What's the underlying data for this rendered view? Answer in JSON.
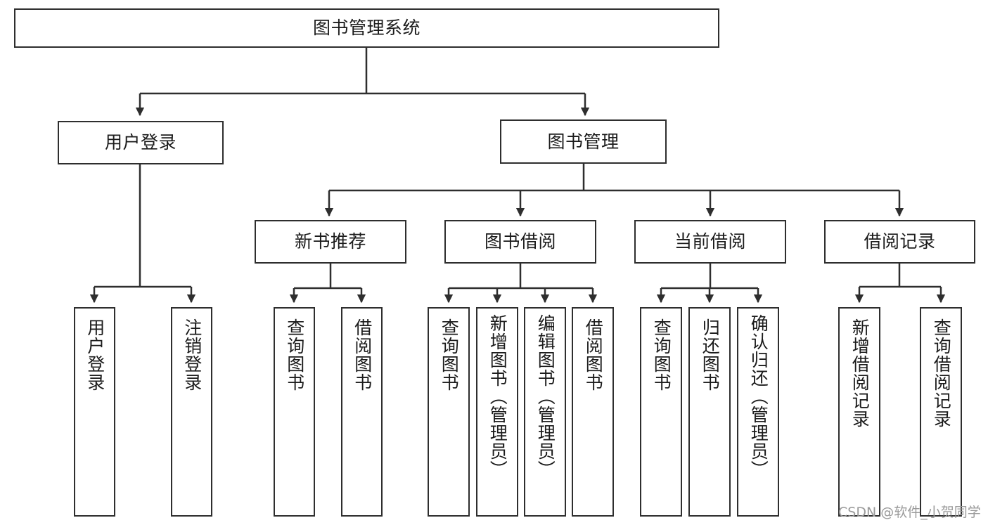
{
  "diagram": {
    "type": "tree-hierarchy-chart",
    "title": "图书管理系统",
    "stroke_color": "#2e2e2e",
    "background_color": "#ffffff",
    "root": {
      "label": "图书管理系统"
    },
    "level2": [
      {
        "label": "用户登录"
      },
      {
        "label": "图书管理"
      }
    ],
    "level3": [
      {
        "label": "新书推荐"
      },
      {
        "label": "图书借阅"
      },
      {
        "label": "当前借阅"
      },
      {
        "label": "借阅记录"
      }
    ],
    "leaves": {
      "user_login": [
        {
          "label": "用户登录"
        },
        {
          "label": "注销登录"
        }
      ],
      "new_book_recommend": [
        {
          "label": "查询图书"
        },
        {
          "label": "借阅图书"
        }
      ],
      "book_borrow": [
        {
          "label": "查询图书"
        },
        {
          "label": "新增图书（管理员）"
        },
        {
          "label": "编辑图书（管理员）"
        },
        {
          "label": "借阅图书"
        }
      ],
      "current_borrow": [
        {
          "label": "查询图书"
        },
        {
          "label": "归还图书"
        },
        {
          "label": "确认归还（管理员）"
        }
      ],
      "borrow_record": [
        {
          "label": "新增借阅记录"
        },
        {
          "label": "查询借阅记录"
        }
      ]
    }
  },
  "watermark": {
    "text": "CSDN @软件_小贺同学"
  }
}
